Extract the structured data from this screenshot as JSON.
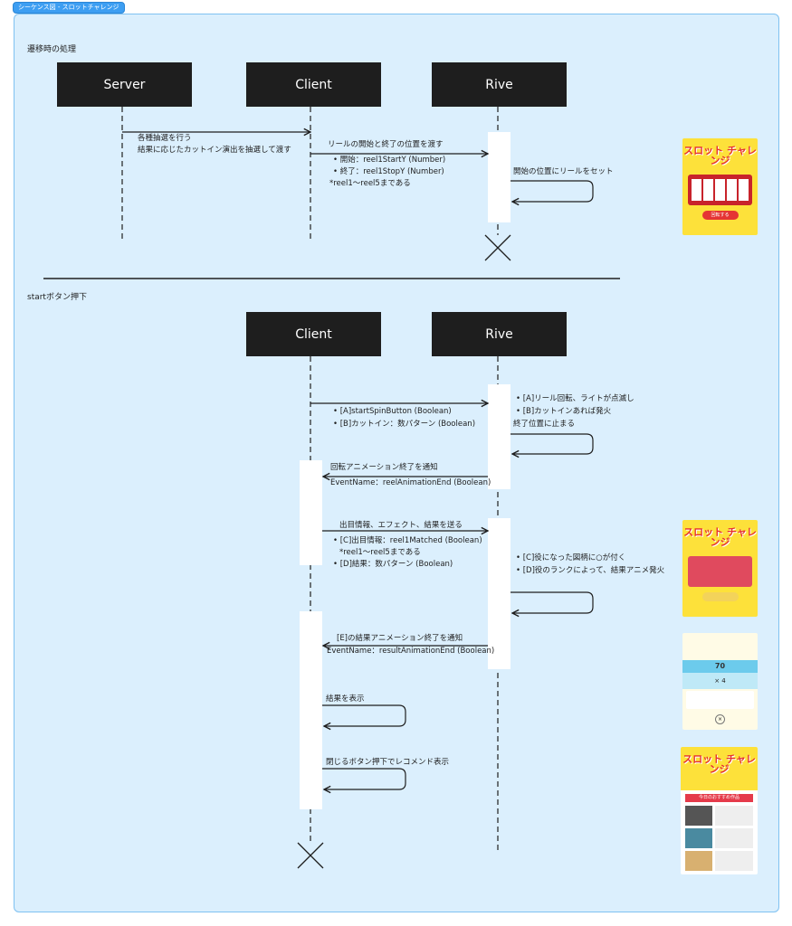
{
  "title_tag": "シーケンス図 - スロットチャレンジ",
  "section1": {
    "title": "遷移時の処理",
    "actors": [
      "Server",
      "Client",
      "Rive"
    ],
    "msg1": {
      "line1": "各種抽選を行う",
      "line2": "結果に応じたカットイン演出を抽選して渡す"
    },
    "msg2": {
      "label": "リールの開始と終了の位置を渡す",
      "bullets": [
        "開始：reel1StartY (Number)",
        "終了：reel1StopY (Number)"
      ],
      "note": "*reel1〜reel5まである"
    },
    "self1": "開始の位置にリールをセット"
  },
  "section2": {
    "title": "startボタン押下",
    "actors": [
      "Client",
      "Rive"
    ],
    "msg1": {
      "bullets": [
        "[A]startSpinButton (Boolean)",
        "[B]カットイン：数パターン (Boolean)"
      ]
    },
    "rive_note1": {
      "bullets": [
        "[A]リール回転、ライトが点滅し",
        "[B]カットインあれば発火"
      ],
      "self": "終了位置に止まる"
    },
    "ret1": {
      "label": "回転アニメーション終了を通知",
      "event": "EventName：reelAnimationEnd (Boolean)"
    },
    "msg2": {
      "label": "出目情報、エフェクト、結果を送る",
      "bullet1": "[C]出目情報：reel1Matched (Boolean)",
      "note": "*reel1〜reel5まである",
      "bullet2": "[D]結果：数パターン (Boolean)"
    },
    "rive_note2": {
      "bullets": [
        "[C]役になった図柄に○が付く",
        "[D]役のランクによって、結果アニメ発火"
      ]
    },
    "ret2": {
      "label": "[E]の結果アニメーション終了を通知",
      "event": "EventName：resultAnimationEnd (Boolean)"
    },
    "self_result": "結果を表示",
    "self_close": "閉じるボタン押下でレコメンド表示"
  },
  "thumbs": {
    "logo": "スロット チャレンジ",
    "start_button": "回転する",
    "result_count": "× 4",
    "result_points": "70",
    "recommend_title": "今日のおすすめ作品"
  }
}
